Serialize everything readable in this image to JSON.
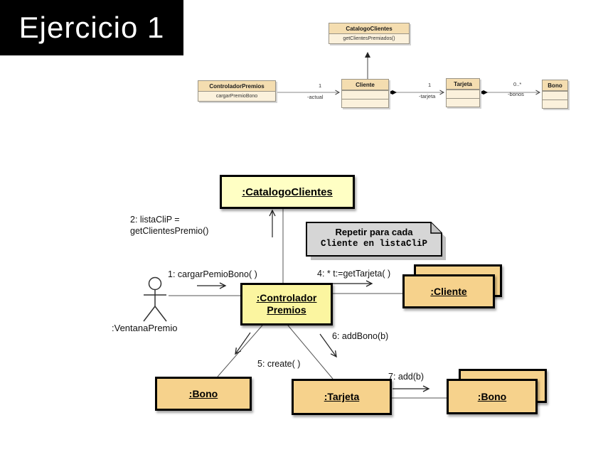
{
  "title": "Ejercicio 1",
  "colors": {
    "title_bg": "#000000",
    "title_text": "#FFFFFF",
    "class_header_fill": "#F4DDB0",
    "class_body_fill": "#FBF1DC",
    "yellow_object_fill": "#FFFFC4",
    "controller_object_fill": "#FBF5A0",
    "tan_object_fill": "#F6D28C",
    "note_fill": "#D6D6D6"
  },
  "class_diagram": {
    "catalogo": {
      "name": "CatalogoClientes",
      "method": "getClientesPremiados()"
    },
    "controlador": {
      "name": "ControladorPremios",
      "method": "cargarPremioBono"
    },
    "cliente": {
      "name": "Cliente"
    },
    "tarjeta": {
      "name": "Tarjeta"
    },
    "bono": {
      "name": "Bono"
    },
    "assoc_cliente": {
      "multiplicity": "1",
      "role": "-actual"
    },
    "assoc_tarjeta": {
      "multiplicity": "1",
      "role": "-tarjeta"
    },
    "assoc_bono": {
      "multiplicity": "0..*",
      "role": "-bonos"
    }
  },
  "collaboration": {
    "objects": {
      "catalogo": ":CatalogoClientes",
      "controlador_line1": ":Controlador",
      "controlador_line2": "Premios",
      "cliente": ":Cliente",
      "bono_left": ":Bono",
      "tarjeta": ":Tarjeta",
      "bono_right": ":Bono"
    },
    "actor_label": ":VentanaPremio",
    "note": {
      "line1": "Repetir para cada",
      "line2": "Cliente en listaCliP"
    },
    "messages": {
      "m1": "1: cargarPemioBono( )",
      "m2_line1": "2: listaCliP =",
      "m2_line2": "getClientesPremio()",
      "m4": "4: * t:=getTarjeta( )",
      "m5": "5: create( )",
      "m6": "6: addBono(b)",
      "m7": "7: add(b)"
    }
  }
}
